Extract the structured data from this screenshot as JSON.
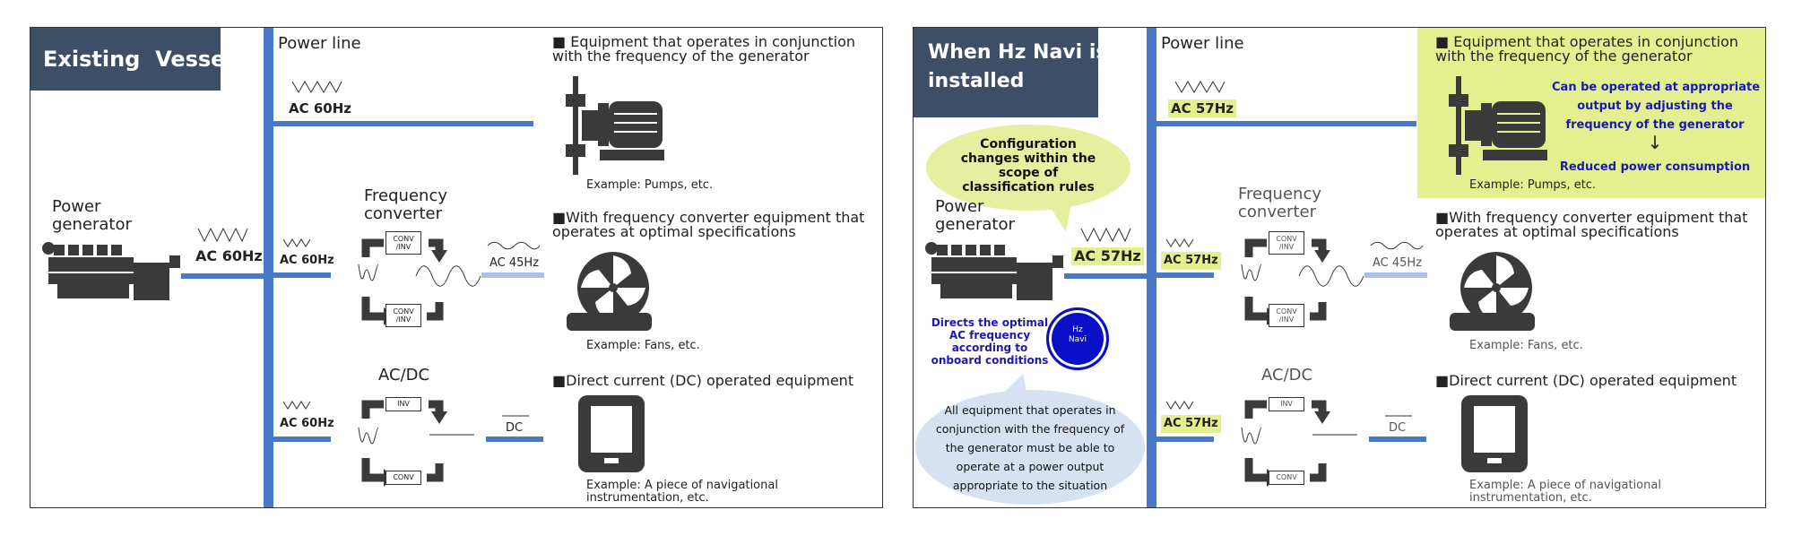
{
  "left": {
    "title": "Existing  Vessels",
    "power_line": "Power line",
    "ac_top": "AC 60Hz",
    "generator": "Power\ngenerator",
    "gen_ac": "AC 60Hz",
    "freq_conv": "Frequency\nconverter",
    "row2_ac": "AC 60Hz",
    "conv_top": "CONV\n/INV",
    "conv_bottom": "CONV\n/INV",
    "ac_45": "AC 45Hz",
    "acdc": "AC/DC",
    "row3_ac": "AC 60Hz",
    "inv": "INV",
    "conv": "CONV",
    "dc": "DC",
    "eq1_title": "■ Equipment that operates in conjunction\nwith the frequency of the generator",
    "eq1_example": "Example: Pumps, etc.",
    "eq2_title": "■With frequency converter equipment that\noperates at optimal specifications",
    "eq2_example": "Example: Fans, etc.",
    "eq3_title": "■Direct current (DC) operated equipment",
    "eq3_example": "Example: A piece of navigational\ninstrumentation, etc."
  },
  "right": {
    "title": "When Hz Navi is\ninstalled",
    "power_line": "Power line",
    "ac_top": "AC 57Hz",
    "generator": "Power\ngenerator",
    "gen_ac": "AC 57Hz",
    "config_bubble": "Configuration\nchanges within the\nscope of\nclassification rules",
    "directs": "Directs the optimal\nAC frequency\naccording to\nonboard conditions",
    "hz_navi": "Hz\nNavi",
    "all_equipment": "All equipment that operates in\nconjunction with the frequency of\nthe generator must be able to\noperate at a power output\nappropriate to the situation",
    "freq_conv": "Frequency\nconverter",
    "row2_ac": "AC 57Hz",
    "conv_top": "CONV\n/INV",
    "conv_bottom": "CONV\n/INV",
    "ac_45": "AC 45Hz",
    "acdc": "AC/DC",
    "row3_ac": "AC 57Hz",
    "inv": "INV",
    "conv": "CONV",
    "dc": "DC",
    "eq1_title": "■ Equipment that operates in conjunction\nwith the frequency of the generator",
    "eq1_note": "Can be operated at appropriate\noutput by adjusting the\nfrequency of the generator",
    "eq1_arrow": "↓",
    "eq1_reduced": "Reduced power consumption",
    "eq1_example": "Example: Pumps, etc.",
    "eq2_title": "■With frequency converter equipment that\noperates at optimal specifications",
    "eq2_example": "Example: Fans, etc.",
    "eq3_title": "■Direct current (DC) operated equipment",
    "eq3_example": "Example: A piece of navigational\ninstrumentation, etc."
  },
  "colors": {
    "bus": "#4a78c7",
    "bus_light": "#a8c1e6",
    "title_bg": "#3d4f66",
    "highlight": "#e4f08f",
    "note_blue": "#1a1ab0",
    "hz_navi": "#0a10c8",
    "bubble_yellow": "#e6efa0",
    "bubble_blue": "#d6e1f2",
    "icon_dark": "#3a3a3a"
  }
}
